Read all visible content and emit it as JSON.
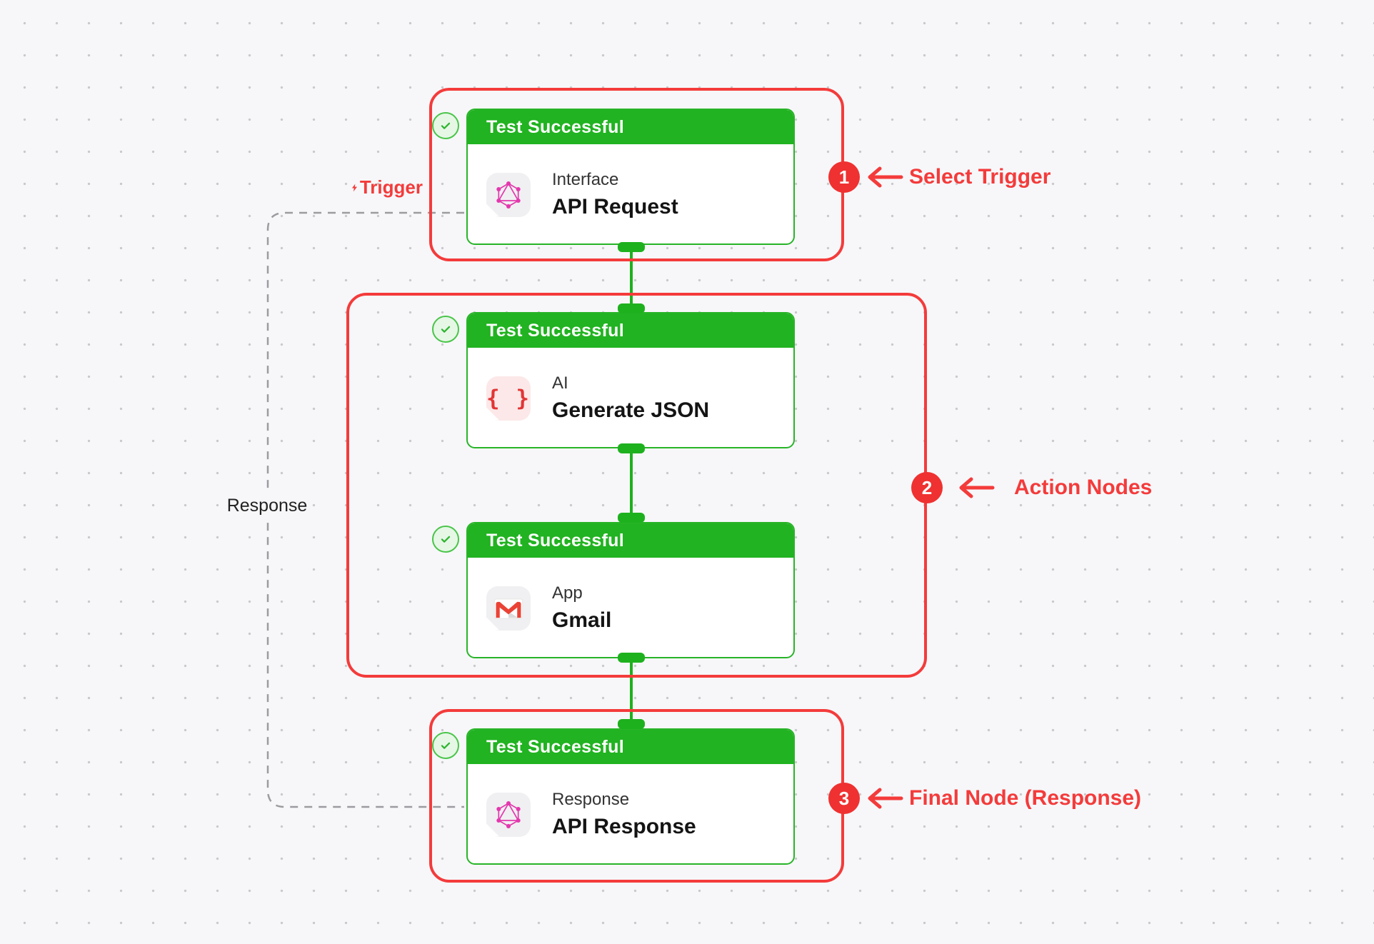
{
  "colors": {
    "canvas_bg": "#f7f7f9",
    "dot_grid": "#c9c9cd",
    "node_green": "#21b321",
    "annotation_red": "#f43b3b",
    "graphql_pink": "#e339ad",
    "gmail_red": "#ea4335",
    "braces_red": "#e23535"
  },
  "nodes": [
    {
      "status": "Test Successful",
      "icon": "graphql-icon",
      "category": "Interface",
      "title": "API Request"
    },
    {
      "status": "Test Successful",
      "icon": "braces-icon",
      "category": "AI",
      "title": "Generate JSON"
    },
    {
      "status": "Test Successful",
      "icon": "gmail-icon",
      "category": "App",
      "title": "Gmail"
    },
    {
      "status": "Test Successful",
      "icon": "graphql-icon",
      "category": "Response",
      "title": "API Response"
    }
  ],
  "icons": {
    "braces_glyph": "{ }"
  },
  "labels": {
    "trigger": "Trigger",
    "response": "Response"
  },
  "badges": [
    {
      "number": "1",
      "label": "Select Trigger"
    },
    {
      "number": "2",
      "label": "Action Nodes"
    },
    {
      "number": "3",
      "label": "Final Node (Response)"
    }
  ]
}
